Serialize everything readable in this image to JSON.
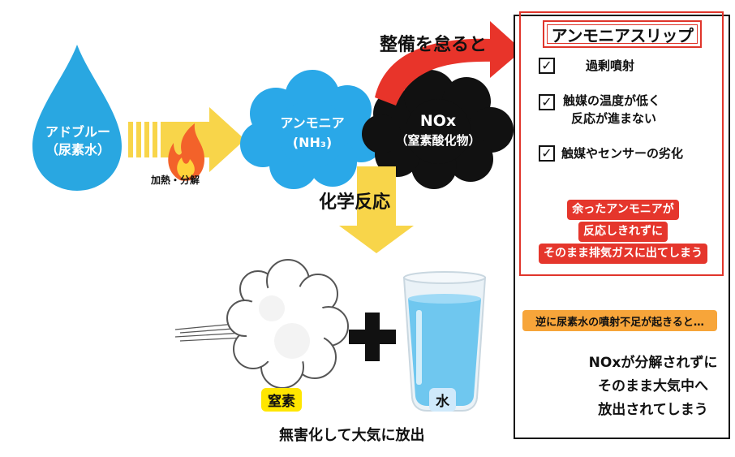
{
  "urea": {
    "line1": "アドブルー",
    "line2": "（尿素水）"
  },
  "heat_label": "加熱・分解",
  "ammonia": {
    "line1": "アンモニア",
    "line2": "(NH₃)"
  },
  "nox": {
    "line1": "NOx",
    "line2": "（窒素酸化物）"
  },
  "neglect_label": "整備を怠ると",
  "reaction_label": "化学反応",
  "nitrogen_label": "窒素",
  "water_label": "水",
  "result_label": "無害化して大気に放出",
  "slip": {
    "title": "アンモニアスリップ",
    "causes": [
      "過剰噴射",
      "触媒の温度が低く",
      "反応が進まない",
      "触媒やセンサーの劣化"
    ],
    "consequence": [
      "余ったアンモニアが",
      "反応しきれずに",
      "そのまま排気ガスに出てしまう"
    ]
  },
  "shortage": {
    "banner": "逆に尿素水の噴射不足が起きると…",
    "result": [
      "NOxが分解されずに",
      "そのまま大気中へ",
      "放出されてしまう"
    ]
  },
  "colors": {
    "drop": "#29a7e1",
    "cloud_blue": "#2aa8e8",
    "cloud_black": "#111111",
    "arrow_yellow": "#f8d54a",
    "arrow_red": "#e8342a",
    "accent_red": "#e5362c",
    "banner_orange": "#f7a53a",
    "tag_yellow": "#ffe600",
    "tag_lightblue": "#cfe9fb"
  },
  "icons": [
    "fire-icon",
    "check-icon",
    "warning-icon",
    "plus-icon",
    "glass-icon",
    "smoke-icon",
    "return-arrow-icon"
  ]
}
